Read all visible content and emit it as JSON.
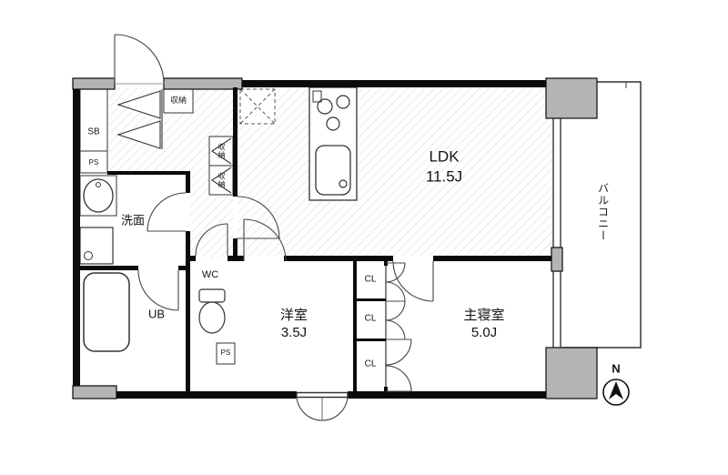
{
  "plan": {
    "rooms": {
      "ldk": {
        "name": "LDK",
        "size": "11.5J"
      },
      "western_room": {
        "name": "洋室",
        "size": "3.5J"
      },
      "master_bedroom": {
        "name": "主寝室",
        "size": "5.0J"
      },
      "washroom": {
        "name": "洗面"
      },
      "unit_bath": {
        "name": "UB"
      },
      "toilet": {
        "name": "WC"
      },
      "balcony": {
        "name": "バルコニー"
      }
    },
    "storage": {
      "shoe_box": {
        "name": "SB"
      },
      "pipe_space_upper": {
        "name": "PS"
      },
      "pipe_space_lower": {
        "name": "PS"
      },
      "entry_storage": {
        "name": "収納"
      },
      "hall_storage_upper": {
        "name": "収納"
      },
      "hall_storage_lower": {
        "name": "収納"
      },
      "closet_top": {
        "name": "CL"
      },
      "closet_middle": {
        "name": "CL"
      },
      "closet_bottom": {
        "name": "CL"
      }
    },
    "compass": {
      "north": "N"
    }
  },
  "colors": {
    "wall": "#0b0b0b",
    "structure_gray": "#b4b4b4",
    "line": "#333333",
    "hatch": "#dcdcdc",
    "background": "#ffffff"
  }
}
